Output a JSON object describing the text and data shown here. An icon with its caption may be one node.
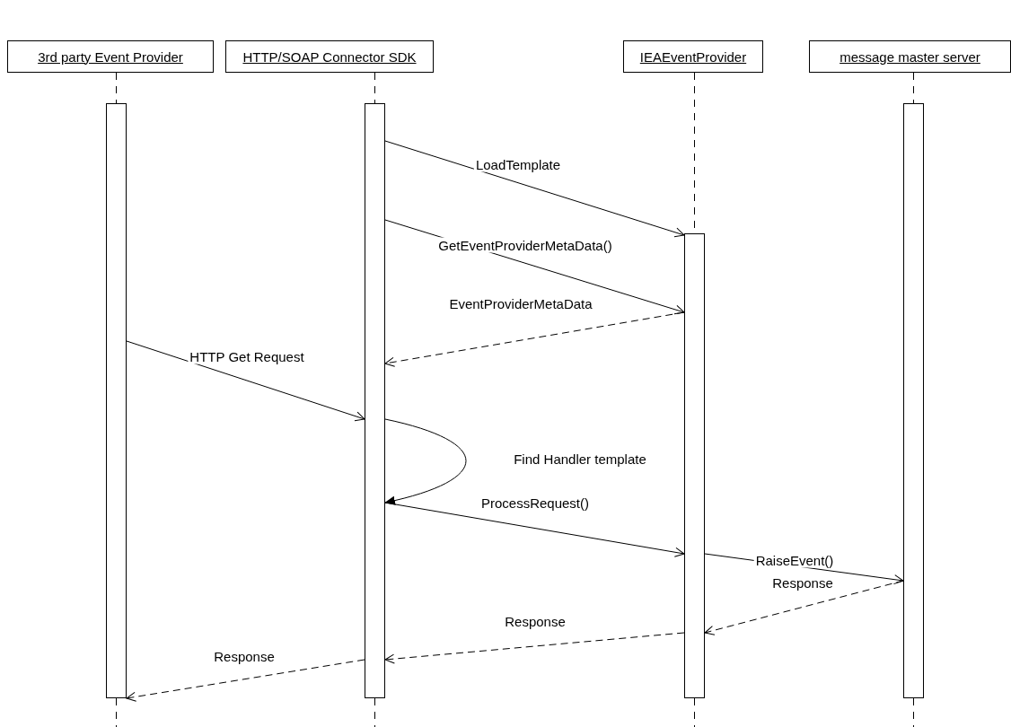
{
  "diagram": {
    "nodes": [
      {
        "text": [
          "3rd party Event Provider"
        ]
      },
      {
        "text": [
          "HTTP/SOAP Connector SDK"
        ]
      },
      {
        "text": [
          "IEAEventProvider"
        ]
      },
      {
        "text": [
          "message master server"
        ]
      },
      {
        "text": [],
        "shape": "bar"
      },
      {
        "text": [],
        "shape": "bar"
      },
      {
        "text": [],
        "shape": "bar"
      },
      {
        "text": [],
        "shape": "bar"
      }
    ],
    "edges": [
      {
        "from": 5,
        "to": 6,
        "arrow": "to",
        "label": "LoadTemplate"
      },
      {
        "from": 5,
        "to": 6,
        "arrow": "to",
        "label": "GetEventProviderMetaData()"
      },
      {
        "from": 6,
        "to": 5,
        "arrow": "to",
        "label": "EventProviderMetaData",
        "style": "dashed"
      },
      {
        "from": 4,
        "to": 5,
        "arrow": "to",
        "label": "HTTP Get Request"
      },
      {
        "from": 5,
        "to": 5,
        "arrow": "to",
        "label": "Find Handler template"
      },
      {
        "from": 5,
        "to": 6,
        "arrow": "to",
        "label": "ProcessRequest()"
      },
      {
        "from": 6,
        "to": 7,
        "arrow": "to",
        "label": "RaiseEvent()"
      },
      {
        "from": 7,
        "to": 6,
        "arrow": "to",
        "label": "Response",
        "style": "dashed"
      },
      {
        "from": 6,
        "to": 5,
        "arrow": "to",
        "label": "Response",
        "style": "dashed"
      },
      {
        "from": 5,
        "to": 4,
        "arrow": "to",
        "label": "Response",
        "style": "dashed"
      },
      {
        "from": 0,
        "to": 4,
        "arrow": "none",
        "style": "dashed"
      },
      {
        "from": 1,
        "to": 5,
        "arrow": "none",
        "style": "dashed"
      },
      {
        "from": 2,
        "to": 6,
        "arrow": "none",
        "style": "dashed"
      },
      {
        "from": 3,
        "to": 7,
        "arrow": "none",
        "style": "dashed"
      }
    ]
  }
}
